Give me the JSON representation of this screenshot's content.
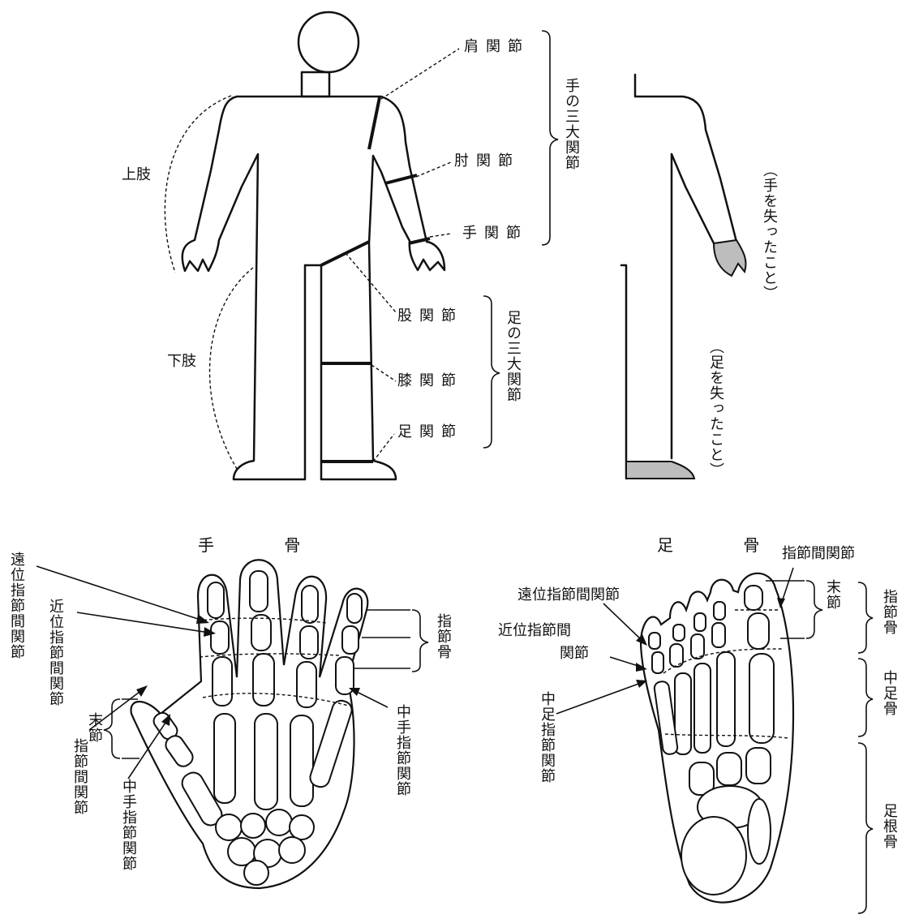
{
  "body_figure": {
    "shoulder_joint": "肩関節",
    "elbow_joint": "肘関節",
    "wrist_joint": "手関節",
    "hand_three_joints": "手の三大関節",
    "upper_limb": "上肢",
    "lower_limb": "下肢",
    "hip_joint": "股関節",
    "knee_joint": "膝関節",
    "ankle_joint": "足関節",
    "foot_three_joints": "足の三大関節",
    "hand_loss": "（手を失ったこと）",
    "foot_loss": "（足を失ったこと）"
  },
  "hand_bones": {
    "title": "手 骨",
    "distal_ip": "遠位指節間関節",
    "proximal_ip": "近位指節間関節",
    "phalanges": "指節骨",
    "distal_segment": "末節",
    "interphalangeal": "指節間関節",
    "mp_joint_left": "中手指節関節",
    "mp_joint_right": "中手指節関節"
  },
  "foot_bones": {
    "title": "足 骨",
    "ip_joint": "指節間関節",
    "distal_segment": "末節",
    "distal_ip": "遠位指節間関節",
    "proximal_ip_line1": "近位指節間",
    "proximal_ip_line2": "関節",
    "mtp_joint": "中足指節関節",
    "phalanges": "指節骨",
    "metatarsals": "中足骨",
    "tarsals": "足根骨"
  },
  "colors": {
    "line": "#111111",
    "lost_part": "#bdbdbd",
    "background": "#ffffff"
  }
}
